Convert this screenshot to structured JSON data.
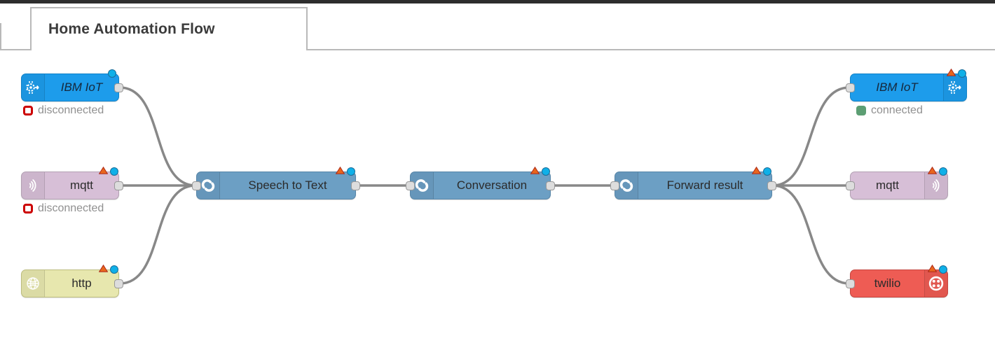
{
  "tab": {
    "label": "Home Automation Flow"
  },
  "flow": {
    "wire_color": "#888888",
    "badges": {
      "changed_color": "#0fb0e8",
      "warning_color": "#e8661d"
    },
    "nodes": {
      "ibm_iot_in": {
        "label": "IBM IoT",
        "color": "#1d9ceb",
        "status": {
          "text": "disconnected",
          "color": "#cc0000"
        }
      },
      "mqtt_in": {
        "label": "mqtt",
        "color": "#d7bfd7",
        "status": {
          "text": "disconnected",
          "color": "#cc0000"
        }
      },
      "http_in": {
        "label": "http",
        "color": "#e7e7ae"
      },
      "speech_to_text": {
        "label": "Speech to Text",
        "color": "#6c9fc4"
      },
      "conversation": {
        "label": "Conversation",
        "color": "#6c9fc4"
      },
      "forward_result": {
        "label": "Forward result",
        "color": "#6c9fc4"
      },
      "ibm_iot_out": {
        "label": "IBM IoT",
        "color": "#1d9ceb",
        "status": {
          "text": "connected",
          "color": "#5c9e73"
        }
      },
      "mqtt_out": {
        "label": "mqtt",
        "color": "#d7bfd7"
      },
      "twilio": {
        "label": "twilio",
        "color": "#ee5c54"
      }
    }
  }
}
